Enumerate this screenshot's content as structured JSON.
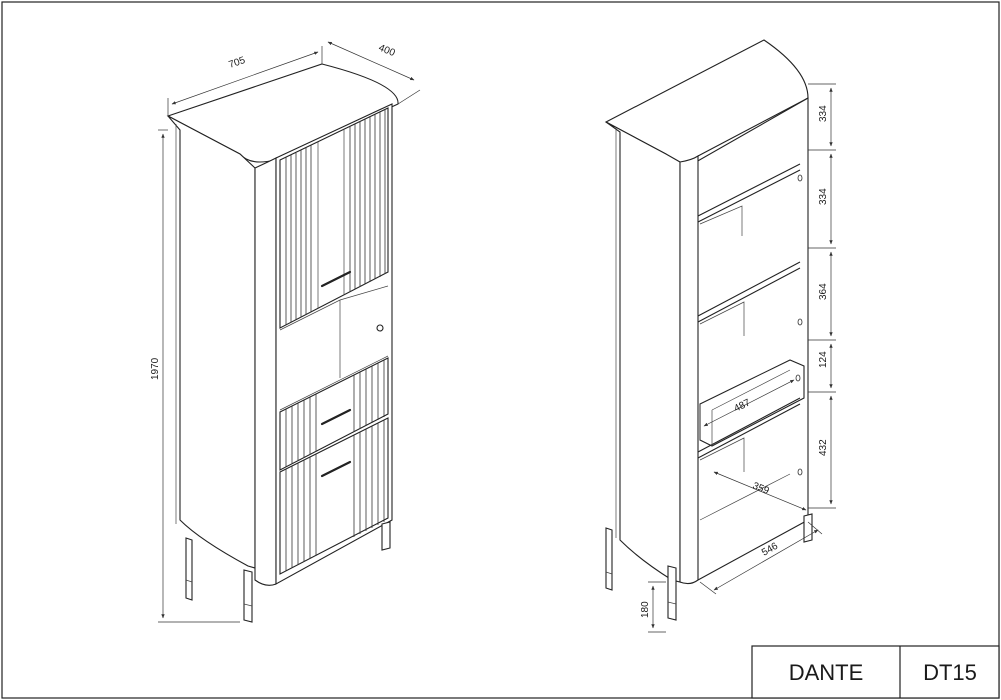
{
  "title_block": {
    "product_name": "DANTE",
    "product_code": "DT15"
  },
  "views": {
    "closed": {
      "width": "705",
      "depth": "400",
      "height": "1970"
    },
    "open": {
      "compartments": [
        "334",
        "334",
        "364",
        "124",
        "432"
      ],
      "inner_width": "487",
      "inner_depth": "359",
      "bottom_width": "546",
      "leg_height": "180"
    }
  }
}
